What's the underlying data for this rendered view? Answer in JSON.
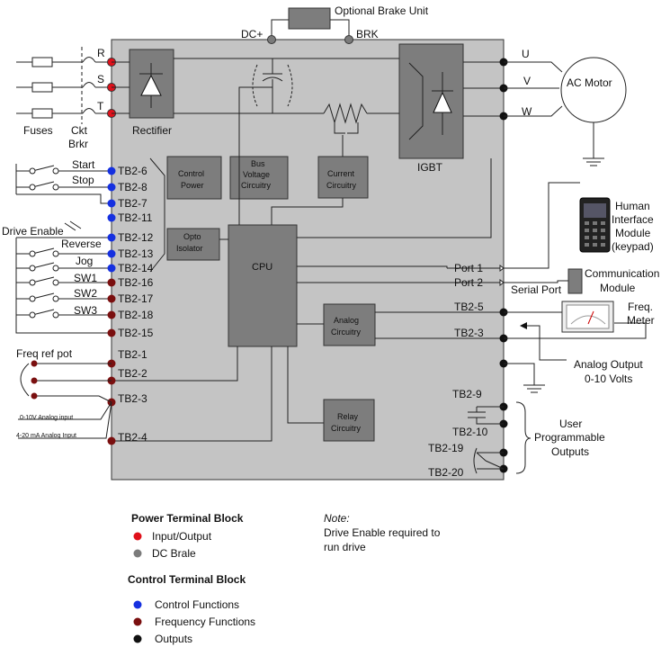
{
  "colors": {
    "panel": "#c4c4c4",
    "block": "#7d7d7d",
    "input_output": "#e0101a",
    "dc_brake": "#7b7b7b",
    "control": "#1530e0",
    "frequency": "#7a0f0f",
    "output": "#111111"
  },
  "brake": {
    "label": "Optional Brake Unit",
    "dc_plus": "DC+",
    "brk": "BRK"
  },
  "power_input": {
    "r": "R",
    "s": "S",
    "t": "T",
    "fuses": "Fuses",
    "breaker_line1": "Ckt",
    "breaker_line2": "Brkr"
  },
  "blocks": {
    "rectifier": "Rectifier",
    "igbt": "IGBT",
    "control_power_1": "Control",
    "control_power_2": "Power",
    "bus_voltage_1": "Bus",
    "bus_voltage_2": "Voltage",
    "bus_voltage_3": "Circuitry",
    "current_1": "Current",
    "current_2": "Circuitry",
    "opto_1": "Opto",
    "opto_2": "Isolator",
    "cpu": "CPU",
    "analog_1": "Analog",
    "analog_2": "Circuitry",
    "relay_1": "Relay",
    "relay_2": "Circuitry"
  },
  "motor": {
    "label": "AC Motor",
    "u": "U",
    "v": "V",
    "w": "W"
  },
  "control_inputs": {
    "start": "Start",
    "stop": "Stop",
    "drive_enable": "Drive Enable",
    "reverse": "Reverse",
    "jog": "Jog",
    "sw1": "SW1",
    "sw2": "SW2",
    "sw3": "SW3"
  },
  "freq_inputs": {
    "pot": "Freq ref pot",
    "v010": "0-10V Analog input",
    "ma420": "4-20 mA Analog Input"
  },
  "terminals": {
    "tb2_6": "TB2-6",
    "tb2_8": "TB2-8",
    "tb2_7": "TB2-7",
    "tb2_11": "TB2-11",
    "tb2_12": "TB2-12",
    "tb2_13": "TB2-13",
    "tb2_14": "TB2-14",
    "tb2_16": "TB2-16",
    "tb2_17": "TB2-17",
    "tb2_18": "TB2-18",
    "tb2_15": "TB2-15",
    "tb2_1": "TB2-1",
    "tb2_2": "TB2-2",
    "tb2_3": "TB2-3",
    "tb2_4": "TB2-4",
    "tb2_5_out": "TB2-5",
    "tb2_3_out": "TB2-3",
    "tb2_9": "TB2-9",
    "tb2_10": "TB2-10",
    "tb2_19": "TB2-19",
    "tb2_20": "TB2-20"
  },
  "ports": {
    "port1": "Port 1",
    "port2": "Port 2",
    "serial": "Serial Port"
  },
  "hmi": {
    "line1": "Human",
    "line2": "Interface",
    "line3": "Module",
    "line4": "(keypad)"
  },
  "comm": {
    "line1": "Communication",
    "line2": "Module"
  },
  "meter": {
    "line1": "Freq.",
    "line2": "Meter"
  },
  "analog_out": {
    "line1": "Analog Output",
    "line2": "0-10 Volts"
  },
  "user_outputs": {
    "line1": "User",
    "line2": "Programmable",
    "line3": "Outputs"
  },
  "legend": {
    "power_title": "Power Terminal Block",
    "input_output": "Input/Output",
    "dc_brake": "DC Brale",
    "control_title": "Control Terminal Block",
    "control_functions": "Control Functions",
    "frequency_functions": "Frequency Functions",
    "outputs": "Outputs"
  },
  "note": {
    "title": "Note:",
    "line1": "Drive Enable required to",
    "line2": "run drive"
  }
}
